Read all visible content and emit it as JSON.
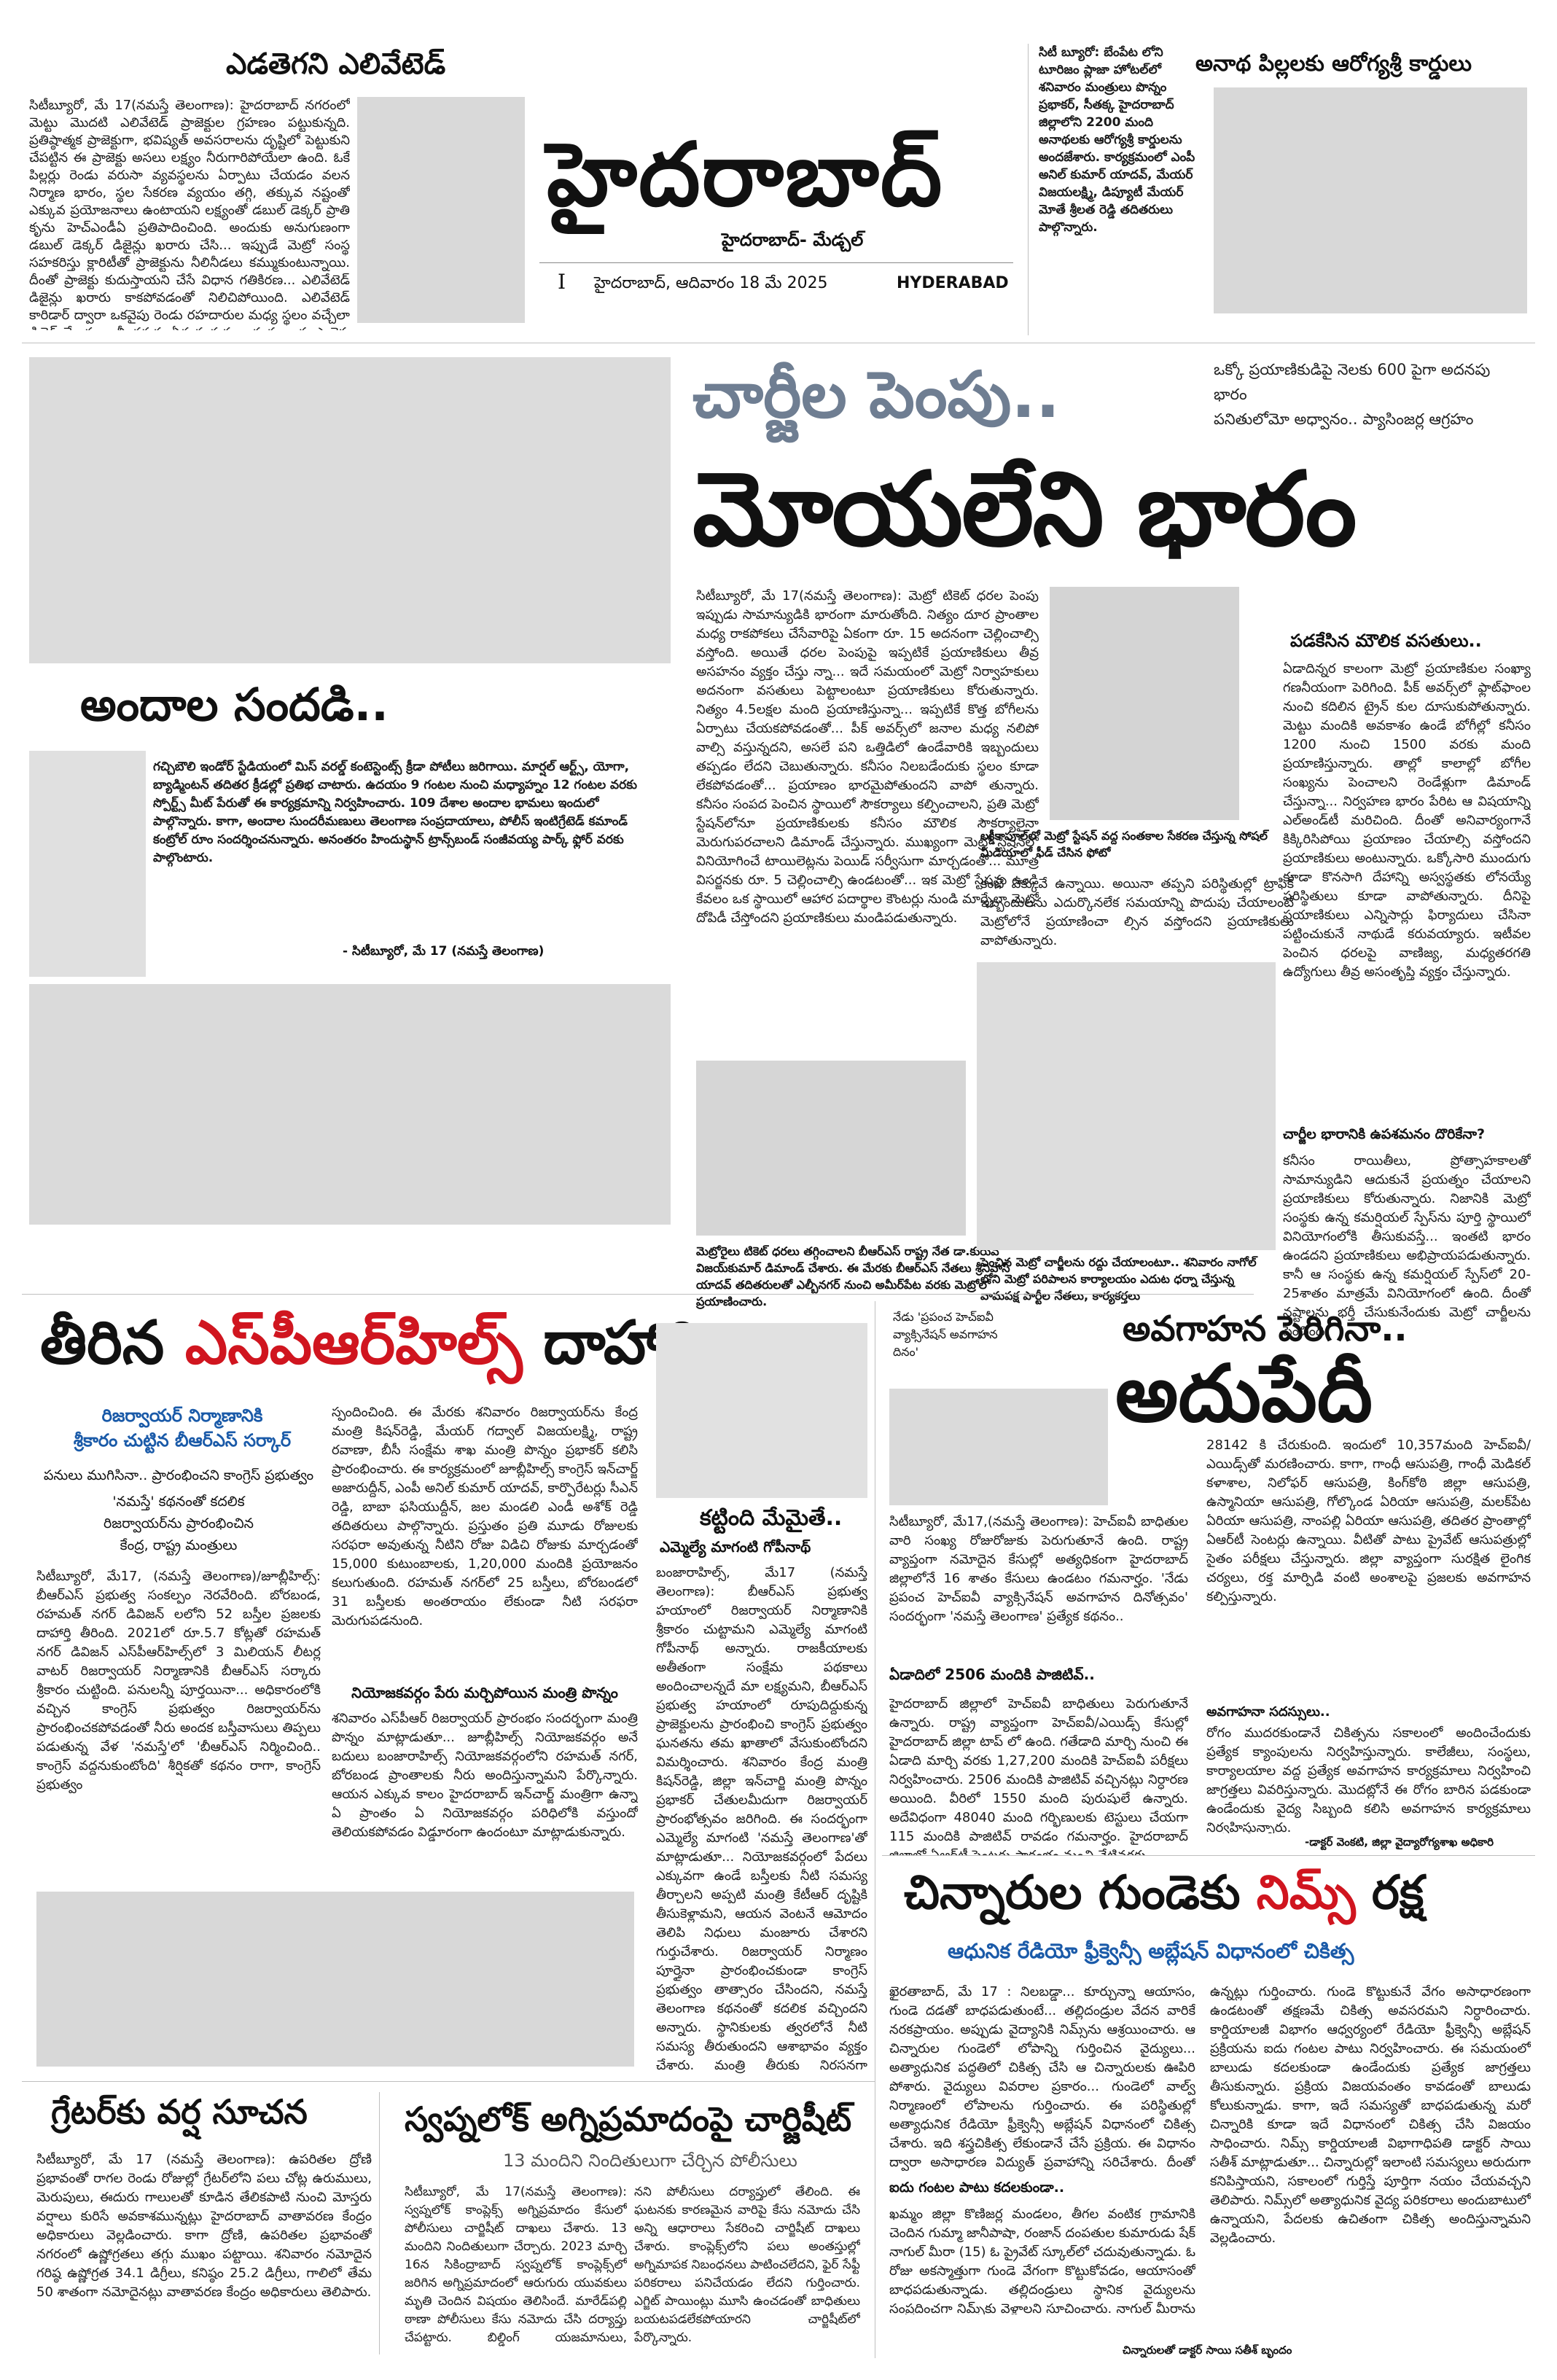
{
  "masthead": {
    "title": "హైదరాబాద్",
    "subtitle": "హైదరాబాద్- మేడ్చల్",
    "page_no": "I",
    "date": "హైదరాబాద్, ఆదివారం 18 మే 2025",
    "edition": "HYDERABAD"
  },
  "flyover": {
    "headline": "ఎడతెగని ఎలివేటెడ్",
    "body": "సిటీబ్యూరో, మే 17(నమస్తే తెలంగాణ): హైదరాబాద్ నగరంలో మెట్టు మొదటి ఎలివేటెడ్ ప్రాజెక్టుల గ్రహణం పట్టుకున్నది. ప్రతిష్ఠాత్మక ప్రాజెక్టుగా, భవిష్యత్ అవసరాలను దృష్టిలో పెట్టుకుని చేపట్టిన ఈ ప్రాజెక్టు అసలు లక్ష్యం నీరుగారిపోయేలా ఉంది. ఓకే పిల్లర్లు రెండు వరుసా వ్యవస్థలను ఏర్పాటు చేయడం వలన నిర్మాణ భారం, స్థల సేకరణ వ్యయం తగ్గి, తక్కువ నష్టంతో ఎక్కువ ప్రయోజనాలు ఉంటాయని లక్ష్యంతో డబుల్ డెక్కర్ ప్రాతి కృను హెచ్ఎండీఏ ప్రతిపాదించింది. అందుకు అనుగుణంగా డబుల్ డెక్కర్ డిజైన్లు ఖరారు చేసి... ఇప్పుడే మెట్రో సంస్థ సహకరిస్తు క్లారిటీతో ప్రాజెక్టును నీలినీడలు కమ్ముకుంటున్నాయి. దీంతో ప్రాజెక్టు కుదుస్తాయని చేసే విధాన గతికిరణ... ఎలివేటెడ్ డిజైన్లు ఖరారు కాకపోవడంతో నిలిచిపోయింది. ఎలివేటెడ్ కారిడార్ ద్వారా ఒకవైపు రెండు రహదారుల మధ్య స్థలం వచ్చేలా డిజైన్ చేశారు. కానీ తరువు ఏర్పడుతున్న అడ్డంకులు ఈ ప్రాజెక్టు భవిష్యత్తుగా మారుతున్నాయి. దీంతో దాదాపు 18 కిలోమీటర్ల పొడవైన డబుల్ డెక్కర్ ఎలివేటెడ్ కారిడార్ ప్రాజెక్టు తమ ప్రాంతానికి వస్తుందో లేదోనని స్థానికులు ఆందోళన చెందుతున్నారు."
  },
  "top_brief": "సిటీ బ్యూరో: బేంపేట లోని టూరిజం ప్లాజా హోటల్‌లో శనివారం మంత్రులు పొన్నం ప్రభాకర్, సీతక్క హైదరాబాద్ జిల్లాలోని 2200 మంది అనాథలకు ఆరోగ్యశ్రీ కార్డులను అందజేశారు. కార్యక్రమంలో ఎంపీ అనిల్ కుమార్ యాదవ్, మేయర్ విజయలక్ష్మి, డిప్యూటీ మేయర్ మోతే శ్రీలత రెడ్డి తదితరులు పాల్గొన్నారు.",
  "top_right_headline": "అనాథ పిల్లలకు ఆరోగ్యశ్రీ కార్డులు",
  "metro": {
    "kicker": "చార్జీల పెంపు..",
    "headline": "మోయలేని భారం",
    "deck": "ఒక్కో ప్రయాణికుడిపై నెలకు 600 పైగా అదనపు భారం\nపనితులోమో అధ్వానం.. ప్యాసింజర్ల ఆగ్రహం",
    "subhead": "పడకేసిన మౌలిక వసతులు..",
    "col1": "సిటీబ్యూరో, మే 17(నమస్తే తెలంగాణ): మెట్రో టికెట్ ధరల పెంపు ఇప్పుడు సామాన్యుడికి భారంగా మారుతోంది. నిత్యం దూర ప్రాంతాల మధ్య రాకపోకలు చేసేవారిపై ఏకంగా రూ. 15 అదనంగా చెల్లించాల్సి వస్తోంది. అయితే ధరల పెంపుపై ఇప్పటికే ప్రయాణికులు తీవ్ర అసహనం వ్యక్తం చేస్తు న్నా... ఇదే సమయంలో మెట్రో నిర్వాహకులు అదనంగా వసతులు పెట్టాలంటూ ప్రయాణికులు కోరుతున్నారు. నిత్యం 4.5లక్షల మంది ప్రయాణిస్తున్నా... ఇప్పటికే కొత్త బోగీలను ఏర్పాటు చేయకపోవడంతో... పీక్ అవర్స్‌లో జనాల మధ్య నలిపో వాల్సి వస్తున్నదని, అసలే పని ఒత్తిడిలో ఉండేవారికి ఇబ్బందులు తప్పడం లేదని చెబుతున్నారు. కనీసం నిలబడేందుకు స్థలం కూడా లేకపోవడంతో... ప్రయాణం భారమైపోతుందని వాపో తున్నారు. కనీసం సంపద పెంచిన స్థాయిలో సౌకర్యాలు కల్పించాలని, ప్రతి మెట్రో స్టేషన్‌లోనూ ప్రయాణికులకు కనీసం మౌలిక సౌకర్యాలైనా మెరుగుపరచాలని డిమాండ్ చేస్తున్నారు. ముఖ్యంగా మెట్రో స్టేషన్‌లో వినియోగించే టాయిలెట్లను పెయిడ్ సర్వీసుగా మార్చడంతో... మూత్ర విసర్జనకు రూ. 5 చెల్లించాల్సి ఉండటంతో... ఇక మెట్రో స్టేషన్లు ఉండి కేవలం ఒక స్థాయిలో ఆహార పదార్థాల కౌంటర్లు నుండి మార్చేలా మెట్రో దోపిడీ చేస్తోందని ప్రయాణికులు మండిపడుతున్నారు.",
    "col2_top": "కంటే ఎక్కువే ఉన్నాయి. అయినా తప్పని పరిస్థితుల్లో ట్రాఫిక్ ఇబ్బందులను ఎదుర్కొనలేక సమయాన్ని పొదుపు చేయాలంటే మెట్రోలోనే ప్రయాణించా ల్సిన వస్తోందని ప్రయాణికులు వాపోతున్నారు.",
    "col3": "ఏడాదిన్నర కాలంగా మెట్రో ప్రయాణికుల సంఖ్యా గణనీయంగా పెరిగింది. పీక్ అవర్స్‌లో ఫ్లాట్‌ఫాంల నుంచి కదిలిన ట్రైన్ కుల దూసుకుపోతున్నారు. మెట్టు మందికి అవకాశం ఉండే బోగీల్లో కనీసం 1200 నుంచి 1500 వరకు మంది ప్రయాణిస్తున్నారు. తాల్లో కాలాల్లో బోగీల సంఖ్యను పెంచాలని రెండేళ్లుగా డిమాండ్ చేస్తున్నా... నిర్వహణ భారం పేరిట ఆ విషయాన్ని ఎల్అండ్‌టీ మరిచింది. దీంతో అనివార్యంగానే కిక్కిరిసిపోయి ప్రయాణం చేయాల్సి వస్తోందని ప్రయాణికులు అంటున్నారు. ఒక్కోసారి ముందుగు కూడా కొనసాగి దేహాన్ని అస్వస్థతకు లోనయ్యే పరిస్థితులు కూడా వాపోతున్నారు. దీనిపై ప్రయాణికులు ఎన్నిసార్లు ఫిర్యాదులు చేసినా పట్టించుకునే నాథుడే కరువయ్యారు. ఇటీవల పెంచిన ధరలపై వాణిజ్య, మధ్యతరగతి ఉద్యోగులు తీవ్ర అసంతృప్తి వ్యక్తం చేస్తున్నారు.",
    "q1": "చార్జీల భారానికి ఉపశమనం దొరికేనా?",
    "col3b": "కనీసం రాయితీలు, ప్రోత్సాహకాలతో సామాన్యుడిని ఆదుకునే ప్రయత్నం చేయాలని ప్రయాణికులు కోరుతున్నారు. నిజానికి మెట్రో సంస్థకు ఉన్న కమర్షియల్ స్పేస్‌ను పూర్తి స్థాయిలో వినియోగంలోకి తీసుకువస్తే... ఇంతటి భారం ఉండదని ప్రయాణికులు అభిప్రాయపడుతున్నారు. కానీ ఆ సంస్థకు ఉన్న కమర్షియల్ స్పేస్‌లో 20-25శాతం మాత్రమే వినియోగంలో ఉంది. దీంతో నష్టాలను భర్తీ చేసుకునేందుకు మెట్రో చార్జీలను పెంచింది.",
    "photo1_caption": "మెట్రోరైలు టికెట్ ధరలు తగ్గించాలని బీఆర్ఎస్ రాష్ట్ర నేత డా.కురువ విజయ్‌కుమార్ డిమాండ్ చేశారు. ఈ మేరకు బీఆర్ఎస్ నేతలు శ్రీనివాస్ యాదవ్ తదితరులతో ఎల్బీనగర్ నుంచి అమీర్‌పేట వరకు మెట్రోలో ప్రయాణించారు.",
    "photo2_caption": "లక్డీకాపూల్‌లో మెట్రో స్టేషన్ వద్ద సంతకాల సేకరణ చేస్తున్న సోషల్ మీడియాలో ఫీడ్ చేసిన ఫోటో",
    "photo3_caption": "పెంచిన మెట్రో చార్జీలను రద్దు చేయాలంటూ.. శనివారం నాగోల్ లోని మెట్రో పరిపాలన కార్యాలయం ఎదుట ధర్నా చేస్తున్న వామపక్ష పార్టీల నేతలు, కార్యకర్తలు"
  },
  "beauty": {
    "headline": "అందాల సందడి..",
    "body": "గచ్చిబౌలి ఇండోర్ స్టేడియంలో మిస్ వరల్డ్ కంటెస్టెంట్స్ క్రీడా పోటీలు జరిగాయి. మార్షల్ ఆర్ట్స్, యోగా, బ్యాడ్మింటన్ తదితర క్రీడల్లో ప్రతిభ చాటారు. ఉదయం 9 గంటల నుంచి మధ్యాహ్నం 12 గంటల వరకు స్పోర్ట్స్ మీట్ పేరుతో ఈ కార్యక్రమాన్ని నిర్వహించారు. 109 దేశాల అందాల భామలు ఇందులో పాల్గొన్నారు. కాగా, అందాల సుందరీమణులు తెలంగాణ సంప్రదాయాలు, పోలీస్ ఇంటిగ్రేటెడ్ కమాండ్ కంట్రోల్ రూం సందర్శించనున్నారు. అనంతరం హిందుస్థాన్ ట్రాన్స్‌బండ్ సంజీవయ్య పార్క్ ఫ్లోర్ వరకు పాల్గొంటారు.",
    "byline": "- సిటీబ్యూరో, మే 17 (నమస్తే తెలంగాణ)"
  },
  "srsp": {
    "headline_black1": "తీరిన",
    "headline_red": "ఎస్‌పీఆర్‌హిల్స్",
    "headline_black2": "దాహార్తి",
    "sub1": "రిజర్వాయర్ నిర్మాణానికి\nశ్రీకారం చుట్టిన బీఆర్ఎస్ సర్కార్",
    "sub2": "పనులు ముగిసినా.. ప్రారంభించని కాంగ్రెస్ ప్రభుత్వం",
    "sub3": "'నమస్తే' కథనంతో కదలిక\nరిజర్వాయర్‌ను ప్రారంభించిన\nకేంద్ర, రాష్ట్ర మంత్రులు",
    "col1": "సిటీబ్యూరో, మే17, (నమస్తే తెలంగాణ)/జూబ్లీహిల్స్: బీఆర్ఎస్ ప్రభుత్వ సంకల్పం నెరవేరింది. బోరబండ, రహమత్ నగర్ డివిజన్ లలోని 52 బస్తీల ప్రజలకు దాహార్తి తీరింది. 2021లో రూ.5.7 కోట్లతో రహమత్ నగర్ డివిజన్ ఎస్‌పీఆర్‌హిల్స్‌లో 3 మిలియన్ లీటర్ల వాటర్ రిజర్వాయర్ నిర్మాణానికి బీఆర్ఎస్ సర్కారు శ్రీకారం చుట్టింది. పనులన్నీ పూర్తయినా... అధికారంలోకి వచ్చిన కాంగ్రెస్ ప్రభుత్వం రిజర్వాయర్‌ను ప్రారంభించకపోవడంతో నీరు అందక బస్తీవాసులు తిప్పలు పడుతున్న వేళ 'నమస్తే'లో 'బీఆర్ఎస్ నిర్మించింది.. కాంగ్రెస్ వద్దనుకుంటోంది' శీర్షికతో కథనం రాగా, కాంగ్రెస్ ప్రభుత్వం",
    "col2": "స్పందించింది. ఈ మేరకు శనివారం రిజర్వాయర్‌ను కేంద్ర మంత్రి కిషన్‌రెడ్డి, మేయర్ గద్వాల్ విజయలక్ష్మి, రాష్ట్ర రవాణా, బీసీ సంక్షేమ శాఖ మంత్రి పొన్నం ప్రభాకర్ కలిసి ప్రారంభించారు. ఈ కార్యక్రమంలో జూబ్లీహిల్స్ కాంగ్రెస్ ఇన్‌చార్జ్ అజారుద్దీన్, ఎంపీ అనిల్ కుమార్ యాదవ్, కార్పొరేటర్లు సీఎన్ రెడ్డి, బాబా ఫసియుద్దీన్, జల మండలి ఎండీ అశోక్ రెడ్డి తదితరులు పాల్గొన్నారు. ప్రస్తుతం ప్రతి మూడు రోజులకు సరఫరా అవుతున్న నీటిని రోజు విడిచి రోజుకు మార్చడంతో 15,000 కుటుంబాలకు, 1,20,000 మందికి ప్రయోజనం కలుగుతుంది. రహమత్ నగర్‌లో 25 బస్తీలు, బోరబండలో 31 బస్తీలకు అంతరాయం లేకుండా నీటి సరఫరా మెరుగుపడనుంది.",
    "col2_sub": "నియోజకవర్గం పేరు మర్చిపోయిన మంత్రి పొన్నం",
    "col2b": "శనివారం ఎస్‌పీఆర్ రిజర్వాయర్ ప్రారంభం సందర్భంగా మంత్రి పొన్నం మాట్లాడుతూ... జూబ్లీహిల్స్ నియోజకవర్గం అనే బదులు బంజారాహిల్స్ నియోజకవర్గంలోని రహమత్ నగర్, బోరబండ ప్రాంతాలకు నీరు అందిస్తున్నామని పేర్కొన్నారు. ఆయన ఎక్కువ కాలం హైదరాబాద్ ఇన్‌చార్జ్ మంత్రిగా ఉన్నా ఏ ప్రాంతం ఏ నియోజకవర్గం పరిధిలోకి వస్తుందో తెలియకపోవడం విడ్డూరంగా ఉందంటూ మాట్లాడుకున్నారు.",
    "col3_head": "కట్టింది మేమైతే..",
    "col3_sub": "ఎమ్మెల్యే మాగంటి గోపీనాథ్",
    "col3": "బంజారాహిల్స్, మే17 (నమస్తే తెలంగాణ): బీఆర్ఎస్ ప్రభుత్వ హయాంలో రిజర్వాయర్ నిర్మాణానికి శ్రీకారం చుట్టామని ఎమ్మెల్యే మాగంటి గోపీనాథ్ అన్నారు. రాజకీయాలకు అతీతంగా సంక్షేమ పథకాలు అందించాలన్నదే మా లక్ష్యమని, బీఆర్ఎస్ ప్రభుత్వ హయాంలో రూపుదిద్దుకున్న ప్రాజెక్టులను ప్రారంభించి కాంగ్రెస్ ప్రభుత్వం ఘనతను తమ ఖాతాలో వేసుకుంటోందని విమర్శించారు. శనివారం కేంద్ర మంత్రి కిషన్‌రెడ్డి, జిల్లా ఇన్‌చార్జి మంత్రి పొన్నం ప్రభాకర్ చేతులమీదుగా రిజర్వాయర్ ప్రారంభోత్సవం జరిగింది. ఈ సందర్భంగా ఎమ్మెల్యే మాగంటి 'నమస్తే తెలంగాణ'తో మాట్లాడుతూ... నియోజకవర్గంలో పేదలు ఎక్కువగా ఉండే బస్తీలకు నీటి సమస్య తీర్చాలని అప్పటి మంత్రి కేటీఆర్ దృష్టికి తీసుకెళ్లామని, ఆయన వెంటనే ఆమోదం తెలిపి నిధులు మంజూరు చేశారని గుర్తుచేశారు. రిజర్వాయర్ నిర్మాణం పూర్తైనా ప్రారంభించకుండా కాంగ్రెస్ ప్రభుత్వం తాత్సారం చేసిందని, నమస్తే తెలంగాణ కథనంతో కదలిక వచ్చిందని అన్నారు. స్థానికులకు త్వరలోనే నీటి సమస్య తీరుతుందని ఆశాభావం వ్యక్తం చేశారు. మంత్రి తీరుకు నిరసనగా కార్యక్రమం నుంచి బయటకు వచ్చామని పేర్కొన్నారు."
  },
  "hiv": {
    "headline1": "అవగాహన పెరిగినా..",
    "headline2": "అదుపేదీ",
    "teaser": "నేడు 'ప్రపంచ హెచ్ఐవీ వ్యాక్సినేషన్ అవగాహన దినం'",
    "col1": "సిటీబ్యూరో, మే17,(నమస్తే తెలంగాణ): హెచ్ఐవీ బాధితుల వారి సంఖ్య రోజురోజుకు పెరుగుతూనే ఉంది. రాష్ట్ర వ్యాప్తంగా నమోదైన కేసుల్లో అత్యధికంగా హైదరాబాద్ జిల్లాలోనే 16 శాతం కేసులు ఉండటం గమనార్హం. 'నేడు ప్రపంచ హెచ్ఐవీ వ్యాక్సినేషన్ అవగాహన దినోత్సవం' సందర్భంగా 'నమస్తే తెలంగాణ' ప్రత్యేక కథనం..",
    "col1_sub": "ఏడాదిలో 2506 మందికి పాజిటివ్..",
    "col1b": "హైదరాబాద్ జిల్లాలో హెచ్ఐవీ బాధితులు పెరుగుతూనే ఉన్నారు. రాష్ట్ర వ్యాప్తంగా హెచ్ఐవీ/ఎయిడ్స్ కేసుల్లో హైదరాబాద్ జిల్లా టాప్ లో ఉంది. గతేడాది మార్చి నుంచి ఈ ఏడాది మార్చి వరకు 1,27,200 మందికి హెచ్ఐవీ పరీక్షలు నిర్వహించారు. 2506 మందికి పాజిటివ్ వచ్చినట్లు నిర్ధారణ అయింది. వీరిలో 1550 మంది పురుషులే ఉన్నారు. అదేవిధంగా 48040 మంది గర్భిణులకు టెస్టులు చేయగా 115 మందికి పాజిటివ్ రావడం గమనార్హం. హైదరాబాద్ జిల్లాలో ఏఆర్‌టీ సెంటర్లు ప్రారంభం నుంచి నేటివరకు",
    "col2": "28142 కి చేరుకుంది. ఇందులో 10,357మంది హెచ్ఐవీ/ఎయిడ్స్‌తో మరణించారు. కాగా, గాంధీ ఆసుపత్రి, గాంధీ మెడికల్ కళాశాల, నిలోఫర్ ఆసుపత్రి, కింగ్‌కోఠి జిల్లా ఆసుపత్రి, ఉస్మానియా ఆసుపత్రి, గోల్కొండ ఏరియా ఆసుపత్రి, మలక్‌పేట ఏరియా ఆసుపత్రి, నాంపల్లి ఏరియా ఆసుపత్రి, తదితర ప్రాంతాల్లో ఏఆర్‌టీ సెంటర్లు ఉన్నాయి. వీటితో పాటు ప్రైవేట్ ఆసుపత్రుల్లో సైతం పరీక్షలు చేస్తున్నారు. జిల్లా వ్యాప్తంగా సురక్షిత లైంగిక చర్యలు, రక్త మార్పిడి వంటి అంశాలపై ప్రజలకు అవగాహన కల్పిస్తున్నారు.",
    "col2_sub": "అవగాహనా సదస్సులు..",
    "col2b": "రోగం ముదరకుండానే చికిత్సను సకాలంలో అందించేందుకు ప్రత్యేక క్యాంపులను నిర్వహిస్తున్నారు. కాలేజీలు, సంస్థలు, కార్యాలయాల వద్ద ప్రత్యేక అవగాహన కార్యక్రమాలు నిర్వహించి జాగ్రత్తలు వివరిస్తున్నారు. మొదట్లోనే ఈ రోగం బారిన పడకుండా ఉండేందుకు వైద్య సిబ్బంది కలిసి అవగాహన కార్యక్రమాలు నిర్వహిస్తున్నారు.",
    "byline": "-డాక్టర్ వెంకటి, జిల్లా వైద్యారోగ్యశాఖ అధికారి"
  },
  "nims": {
    "headline_black": "చిన్నారుల గుండెకు",
    "headline_red": "నిమ్స్",
    "headline_black2": "రక్ష",
    "sub": "ఆధునిక రేడియో ఫ్రీక్వెన్సీ అబ్లేషన్ విధానంలో చికిత్స",
    "col1": "ఖైరతాబాద్, మే 17 : నిలబడ్డా... కూర్చున్నా ఆయాసం, గుండె దడతో బాధపడుతుంటే... తల్లిదండ్రుల వేదన వారికే నరకప్రాయం. అప్పుడు వైద్యానికి నిమ్స్‌ను ఆశ్రయించారు. ఆ చిన్నారుల గుండెలో లోపాన్ని గుర్తించిన వైద్యులు... అత్యాధునిక పద్ధతిలో చికిత్స చేసి ఆ చిన్నారులకు ఊపిరి పోశారు. వైద్యులు వివరాల ప్రకారం... గుండెలో వాల్వ్ నిర్మాణంలో లోపాలను గుర్తించారు. ఈ పరిస్థితుల్లో అత్యాధునిక రేడియో ఫ్రీక్వెన్సీ అబ్లేషన్ విధానంలో చికిత్స చేశారు. ఇది శస్త్రచికిత్స లేకుండానే చేసే ప్రక్రియ. ఈ విధానం ద్వారా అసాధారణ విద్యుత్ ప్రవాహాన్ని సరిచేశారు. దీంతో చిన్నారులు ఆరోగ్యంగా ఉన్నారు.",
    "col1_sub": "ఐదు గంటల పాటు కదలకుండా..",
    "col1b": "ఖమ్మం జిల్లా కొణిజర్ల మండలం, తీగల వంటిక గ్రామానికి చెందిన గుమ్మా జానీపాషా, రంజాన్ దంపతుల కుమారుడు షేక్ నాగుల్ మీరా (15) ఓ ప్రైవేట్ స్కూల్‌లో చదువుతున్నాడు. ఓ రోజు అకస్మాత్తుగా గుండె వేగంగా కొట్టుకోవడం, ఆయాసంతో బాధపడుతున్నాడు. తల్లిదండ్రులు స్థానిక వైద్యులను సంప్రదించగా నిమ్స్‌కు వెళ్లాలని సూచించారు. నాగుల్ మీరాను పరీక్షించిన నిమ్స్ వైద్యులు గుండెలో అదనపు విద్యుత్ మార్గం ఉన్నట్లు గుర్తించారు.",
    "col2": "ఉన్నట్లు గుర్తించారు. గుండె కొట్టుకునే వేగం అసాధారణంగా ఉండటంతో తక్షణమే చికిత్స అవసరమని నిర్ధారించారు. కార్డియాలజీ విభాగం ఆధ్వర్యంలో రేడియో ఫ్రీక్వెన్సీ అబ్లేషన్ ప్రక్రియను ఐదు గంటల పాటు నిర్వహించారు. ఈ సమయంలో బాలుడు కదలకుండా ఉండేందుకు ప్రత్యేక జాగ్రత్తలు తీసుకున్నారు. ప్రక్రియ విజయవంతం కావడంతో బాలుడు కోలుకున్నాడు. కాగా, ఇదే సమస్యతో బాధపడుతున్న మరో చిన్నారికి కూడా ఇదే విధానంలో చికిత్స చేసి విజయం సాధించారు. నిమ్స్ కార్డియాలజీ విభాగాధిపతి డాక్టర్ సాయి సతీశ్ మాట్లాడుతూ... చిన్నారుల్లో ఇలాంటి సమస్యలు అరుదుగా కనిపిస్తాయని, సకాలంలో గుర్తిస్తే పూర్తిగా నయం చేయవచ్చని తెలిపారు. నిమ్స్‌లో అత్యాధునిక వైద్య పరికరాలు అందుబాటులో ఉన్నాయని, పేదలకు ఉచితంగా చికిత్స అందిస్తున్నామని వెల్లడించారు.",
    "photo_caption": "చిన్నారులతో డాక్టర్ సాయి సతీశ్ బృందం"
  },
  "rain": {
    "headline_black": "గ్రేటర్‌కు",
    "headline_red": "వర్ష సూచన",
    "body": "సిటీబ్యూరో, మే 17 (నమస్తే తెలంగాణ): ఉపరితల ద్రోణి ప్రభావంతో రాగల రెండు రోజుల్లో గ్రేటర్‌లోని పలు చోట్ల ఉరుములు, మెరుపులు, ఈదురు గాలులతో కూడిన తేలికపాటి నుంచి మోస్తరు వర్షాలు కురిసే అవకాశమున్నట్లు హైదరాబాద్ వాతావరణ కేంద్రం అధికారులు వెల్లడించారు. కాగా ద్రోణి, ఉపరితల ప్రభావంతో నగరంలో ఉష్ణోగ్రతలు తగ్గు ముఖం పట్టాయి. శనివారం నమోదైన గరిష్ఠ ఉష్ణోగ్రత 34.1 డిగ్రీలు, కనిష్ఠం 25.2 డిగ్రీలు, గాలిలో తేమ 50 శాతంగా నమోదైనట్లు వాతావరణ కేంద్రం అధికారులు తెలిపారు."
  },
  "fire": {
    "headline_black": "స్వప్నలోక్",
    "headline_black2": "అగ్నిప్రమాదంపై చార్జిషీట్",
    "sub": "13 మందిని నిందితులుగా చేర్చిన పోలీసులు",
    "col1": "సిటీబ్యూరో, మే 17(నమస్తే తెలంగాణ): స్వప్నలోక్ కాంప్లెక్స్ అగ్నిప్రమాదం కేసులో పోలీసులు చార్జిషీట్ దాఖలు చేశారు. 13 మందిని నిందితులుగా చేర్చారు. 2023 మార్చి 16న సికింద్రాబాద్ స్వప్నలోక్ కాంప్లెక్స్‌లో జరిగిన అగ్నిప్రమాదంలో ఆరుగురు యువకులు మృతి చెందిన విషయం తెలిసిందే. మారేడ్‌పల్లి ఠాణా పోలీసులు కేసు నమోదు చేసి దర్యాప్తు చేపట్టారు. బిల్డింగ్ యజమానులు, నిర్వాహకులు నిర్లక్ష్యంతో వ్యవహరించారని తేల్చారు.",
    "col2": "నని పోలీసులు దర్యాప్తులో తేలింది. ఈ ఘటనకు కారణమైన వారిపై కేసు నమోదు చేసి అన్ని ఆధారాలు సేకరించి చార్జిషీట్ దాఖలు చేశారు. కాంప్లెక్స్‌లోని పలు అంతస్తుల్లో అగ్నిమాపక నిబంధనలు పాటించలేదని, ఫైర్ సేఫ్టీ పరికరాలు పనిచేయడం లేదని గుర్తించారు. ఎగ్జిట్ పాయింట్లు మూసి ఉంచడంతో బాధితులు బయటపడలేకపోయారని చార్జిషీట్‌లో పేర్కొన్నారు."
  }
}
